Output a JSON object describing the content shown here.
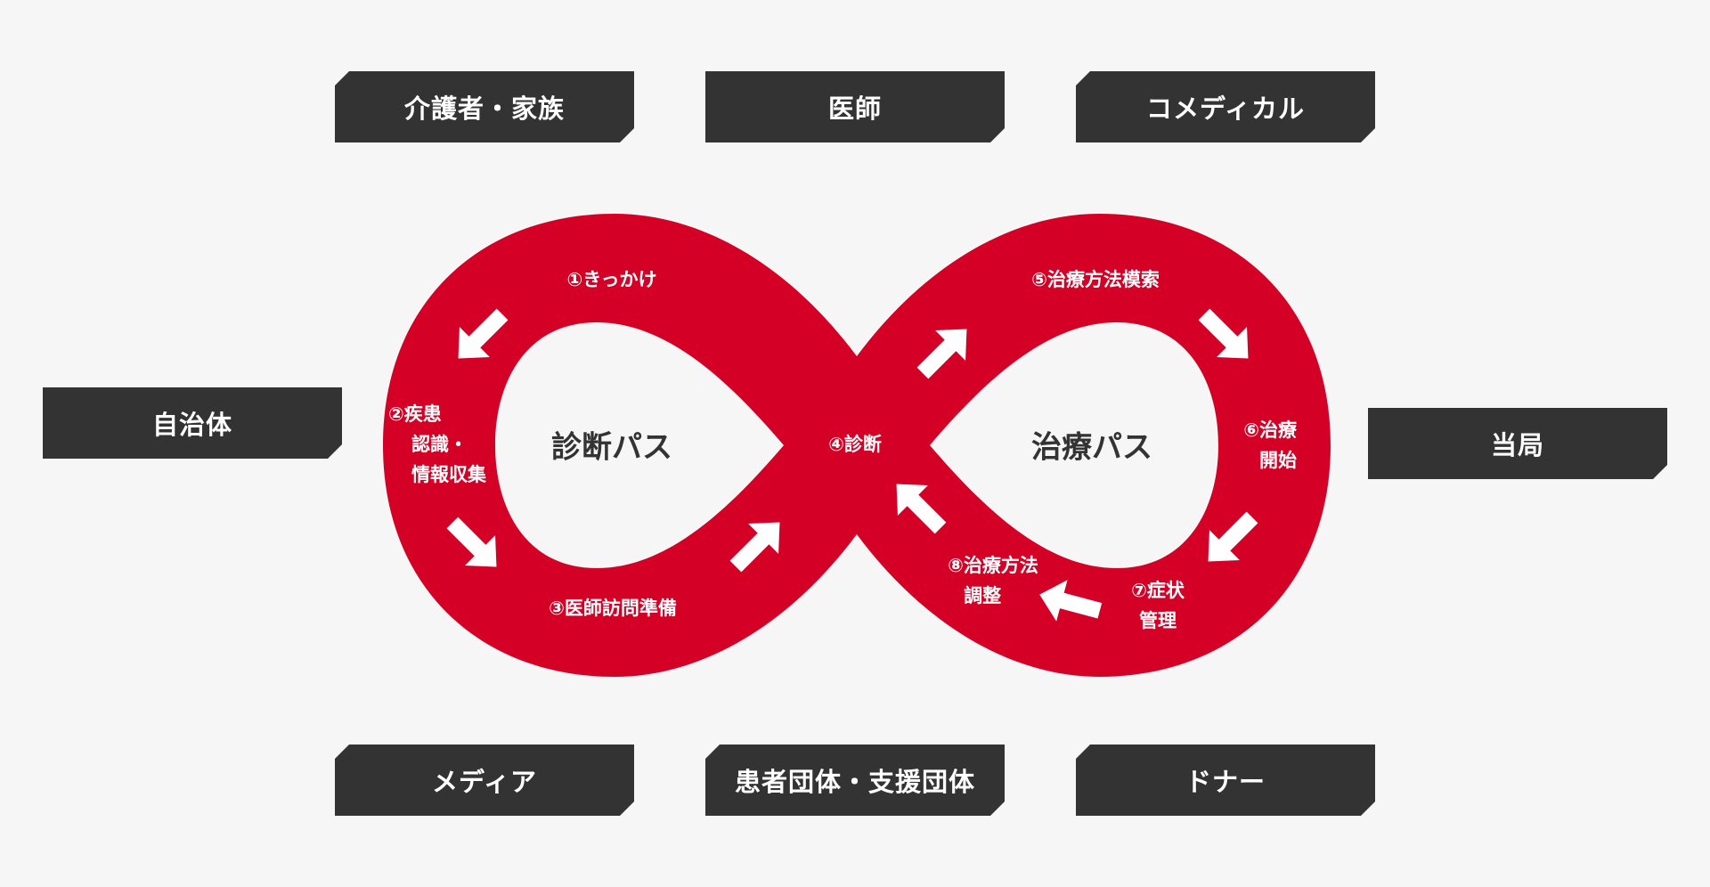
{
  "colors": {
    "background": "#f6f6f6",
    "loop_red": "#d50026",
    "box_dark": "#333333",
    "text_white": "#ffffff",
    "text_dark": "#333333"
  },
  "stakeholders": {
    "caregiver_family": "介護者・家族",
    "physician": "医師",
    "comedical": "コメディカル",
    "municipality": "自治体",
    "authorities": "当局",
    "media": "メディア",
    "patient_groups": "患者団体・支援団体",
    "donor": "ドナー"
  },
  "paths": {
    "diagnosis_path": "診断パス",
    "treatment_path": "治療パス"
  },
  "steps": {
    "s1": "①きっかけ",
    "s2_line1": "②疾患",
    "s2_line2": "認識・",
    "s2_line3": "情報収集",
    "s3": "③医師訪問準備",
    "s4": "④診断",
    "s5": "⑤治療方法模索",
    "s6_line1": "⑥治療",
    "s6_line2": "開始",
    "s7_line1": "⑦症状",
    "s7_line2": "管理",
    "s8_line1": "⑧治療方法",
    "s8_line2": "調整"
  },
  "icons": {
    "flow_arrow": "arrow-icon"
  }
}
